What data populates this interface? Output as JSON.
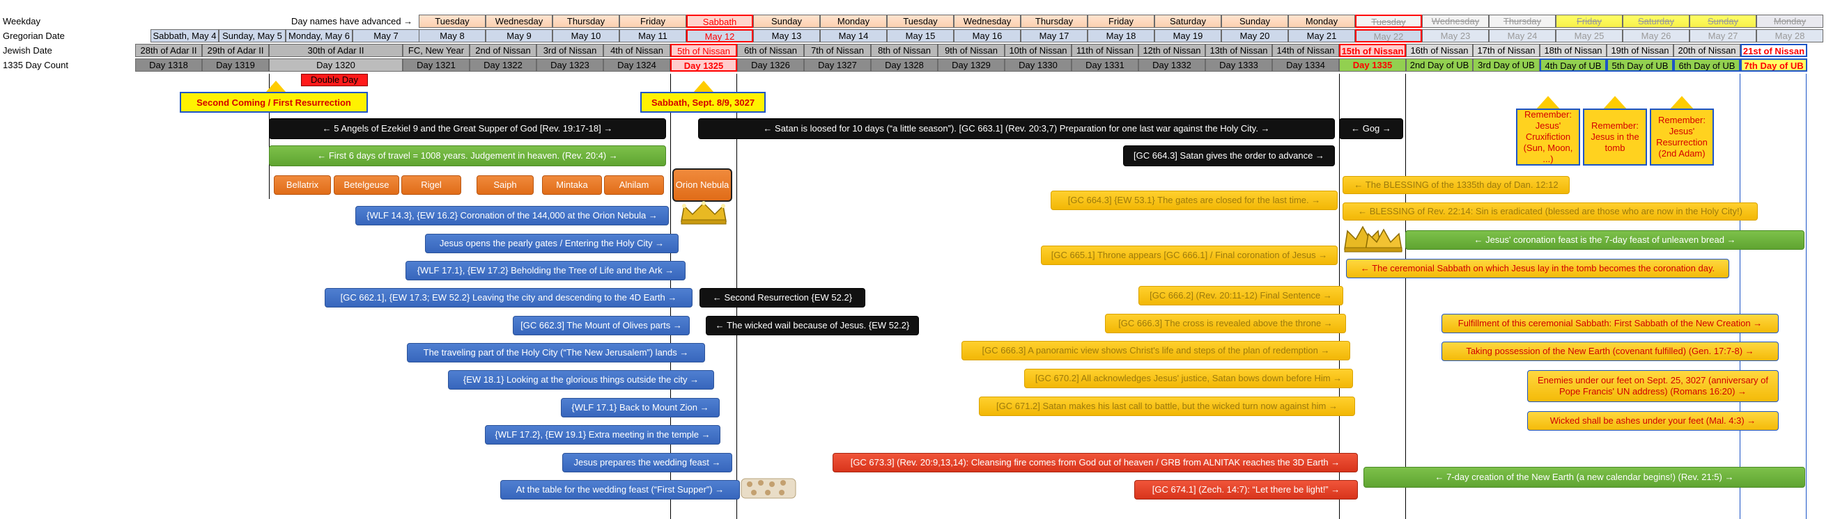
{
  "header_labels": {
    "weekday": "Weekday",
    "gregorian": "Gregorian Date",
    "jewish": "Jewish Date",
    "daycount": "1335 Day Count",
    "advanced": "Day names have advanced →"
  },
  "weekdays": [
    "Tuesday",
    "Wednesday",
    "Thursday",
    "Friday",
    "Sabbath",
    "Sunday",
    "Monday",
    "Tuesday",
    "Wednesday",
    "Thursday",
    "Friday",
    "Saturday",
    "Sunday",
    "Monday",
    "Tuesday",
    "Wednesday",
    "Thursday",
    "Friday",
    "Saturday",
    "Sunday",
    "Monday"
  ],
  "gregorian": [
    "Sabbath, May 4",
    "Sunday, May 5",
    "Monday, May 6",
    "May 7",
    "May 8",
    "May 9",
    "May 10",
    "May 11",
    "May 12",
    "May 13",
    "May 14",
    "May 15",
    "May 16",
    "May 17",
    "May 18",
    "May 19",
    "May 20",
    "May 21",
    "May 22",
    "May 23",
    "May 24",
    "May 25",
    "May 26",
    "May 27",
    "May 28"
  ],
  "jewish": [
    "28th of Adar II",
    "29th of Adar II",
    "30th of Adar II",
    "FC, New Year",
    "2nd of Nissan",
    "3rd of Nissan",
    "4th of Nissan",
    "5th of Nissan",
    "6th of Nissan",
    "7th of Nissan",
    "8th of Nissan",
    "9th of Nissan",
    "10th of Nissan",
    "11th of Nissan",
    "12th of Nissan",
    "13th of Nissan",
    "14th of Nissan",
    "15th of Nissan",
    "16th of Nissan",
    "17th of Nissan",
    "18th of Nissan",
    "19th of Nissan",
    "20th of Nissan",
    "21st of Nissan"
  ],
  "daycount": [
    "Day 1318",
    "Day 1319",
    "Day 1320",
    "Day 1321",
    "Day 1322",
    "Day 1323",
    "Day 1324",
    "Day 1325",
    "Day 1326",
    "Day 1327",
    "Day 1328",
    "Day 1329",
    "Day 1330",
    "Day 1331",
    "Day 1332",
    "Day 1333",
    "Day 1334",
    "Day 1335",
    "2nd Day of UB",
    "3rd Day of UB",
    "4th Day of UB",
    "5th Day of UB",
    "6th Day of UB",
    "7th Day of UB"
  ],
  "double_day": "Double Day",
  "callouts": {
    "second_coming": "Second Coming / First Resurrection",
    "sabbath": "Sabbath, Sept. 8/9, 3027",
    "remember1": "Remember: Jesus' Cruxifiction (Sun, Moon, ...)",
    "remember2": "Remember: Jesus in the tomb",
    "remember3": "Remember: Jesus' Resurrection (2nd Adam)"
  },
  "stars": [
    "Bellatrix",
    "Betelgeuse",
    "Rigel",
    "Saiph",
    "Mintaka",
    "Alnilam"
  ],
  "orion": "Orion Nebula",
  "bars": {
    "angels": "← 5 Angels of Ezekiel 9 and the Great Supper of God [Rev. 19:17-18] →",
    "satan_loosed": "← Satan is loosed for 10 days (“a little season”). [GC 663.1] (Rev. 20:3,7) Preparation for one last war against the Holy City. →",
    "gog": "← Gog →",
    "first6": "← First 6 days of travel = 1008  years. Judgement in heaven. (Rev. 20:4) →",
    "satan_orders": "[GC 664.3] Satan gives the order to advance →",
    "coronation144": "{WLF 14.3}, {EW 16.2}  Coronation of the 144,000  at the Orion Nebula →",
    "pearly": "Jesus opens the pearly gates / Entering the Holy City →",
    "tree": "{WLF 17.1}, {EW 17.2} Beholding the Tree of Life and the Ark →",
    "leaving": "[GC 662.1], {EW 17.3; EW 52.2} Leaving the city and descending to the 4D Earth →",
    "second_res": "← Second Resurrection {EW 52.2}",
    "olives": "[GC 662.3]  The Mount of Olives parts →",
    "wicked_wail": "← The wicked wail because of Jesus. {EW 52.2}",
    "traveling": "The traveling part of the Holy City (“The New Jerusalem”) lands →",
    "glorious": "{EW 18.1}  Looking at the glorious things outside the city →",
    "zion": "{WLF 17.1}  Back to Mount Zion →",
    "temple": "{WLF 17.2}, {EW 19.1}  Extra meeting in the temple →",
    "prepares": "Jesus prepares the wedding feast →",
    "table": "At the table for the wedding feast (“First Supper”) →",
    "gates_closed": "[GC 664.3]  {EW 53.1}  The gates are closed for the last time. →",
    "throne": "[GC 665.1]  Throne appears [GC 666.1]  /  Final coronation of Jesus →",
    "final_sentence": "[GC 666.2]  (Rev. 20:11-12)  Final Sentence →",
    "cross": "[GC 666.3]  The cross is revealed above the throne →",
    "panoramic": "[GC 666.3]  A panoramic view shows Christ's life and steps of the plan of redemption →",
    "acknowledges": "[GC 670.2]  All acknowledges Jesus' justice, Satan bows down before Him →",
    "last_call": "[GC 671.2]  Satan makes his last call to battle, but the wicked turn now against him →",
    "fire": "[GC 673.3]  (Rev. 20:9,13,14):  Cleansing fire comes from God out of heaven / GRB from ALNITAK reaches the 3D Earth →",
    "light": "[GC 674.1]  (Zech. 14:7): “Let there be light!” →",
    "blessing1335": "← The BLESSING of the 1335th  day of Dan. 12:12",
    "blessing_rev": "← BLESSING of Rev. 22:14:  Sin is eradicated (blessed are those who are now in the Holy City!)",
    "coronation_feast": "← Jesus' coronation feast is the 7-day feast of unleaven bread →",
    "ceremonial": "← The ceremonial Sabbath on which Jesus lay in the tomb becomes the coronation day.",
    "fulfillment": "Fulfillment of this ceremonial Sabbath: First Sabbath of the New Creation →",
    "possession": "Taking possession of the New Earth (covenant fulfilled) (Gen. 17:7-8) →",
    "enemies": "Enemies under our feet on Sept. 25, 3027 (anniversary of Pope Francis' UN address) (Romans 16:20) →",
    "ashes": "Wicked shall be ashes under your feet (Mal. 4:3) →",
    "creation": "← 7-day creation of the New Earth (a new calendar begins!) (Rev. 21:5) →"
  },
  "colors": {
    "accent_red": "#ff0000",
    "day_green": "#92d050",
    "bar_blue": "#3766bc",
    "gold": "#f2b705"
  }
}
